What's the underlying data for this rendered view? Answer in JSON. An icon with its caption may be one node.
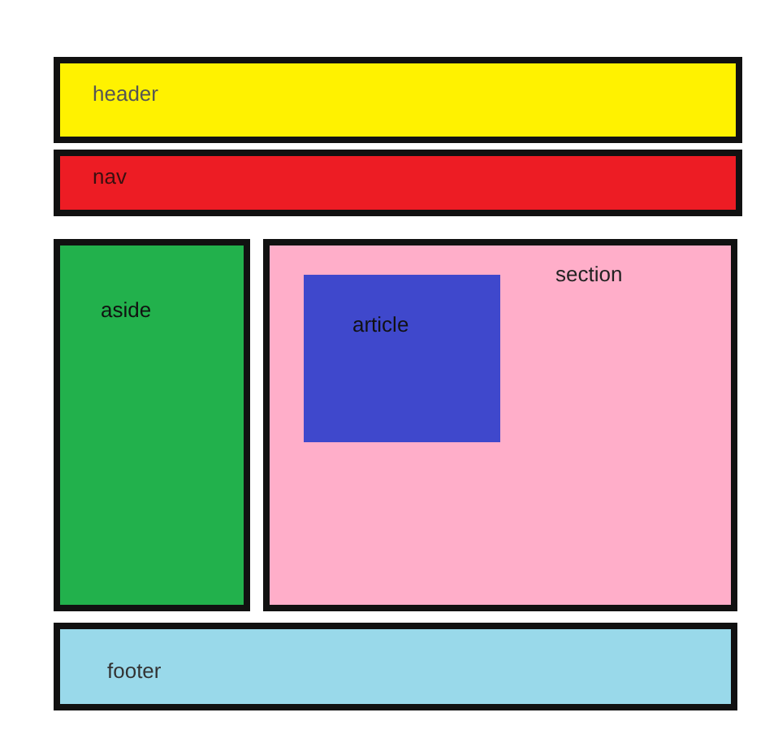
{
  "diagram": {
    "nodes": [
      {
        "text": [
          "header"
        ]
      },
      {
        "text": [
          "nav"
        ]
      },
      {
        "text": [
          "aside"
        ]
      },
      {
        "text": [
          "section"
        ]
      },
      {
        "text": [
          "article"
        ],
        "in": 3
      },
      {
        "text": [
          "footer"
        ]
      }
    ]
  }
}
